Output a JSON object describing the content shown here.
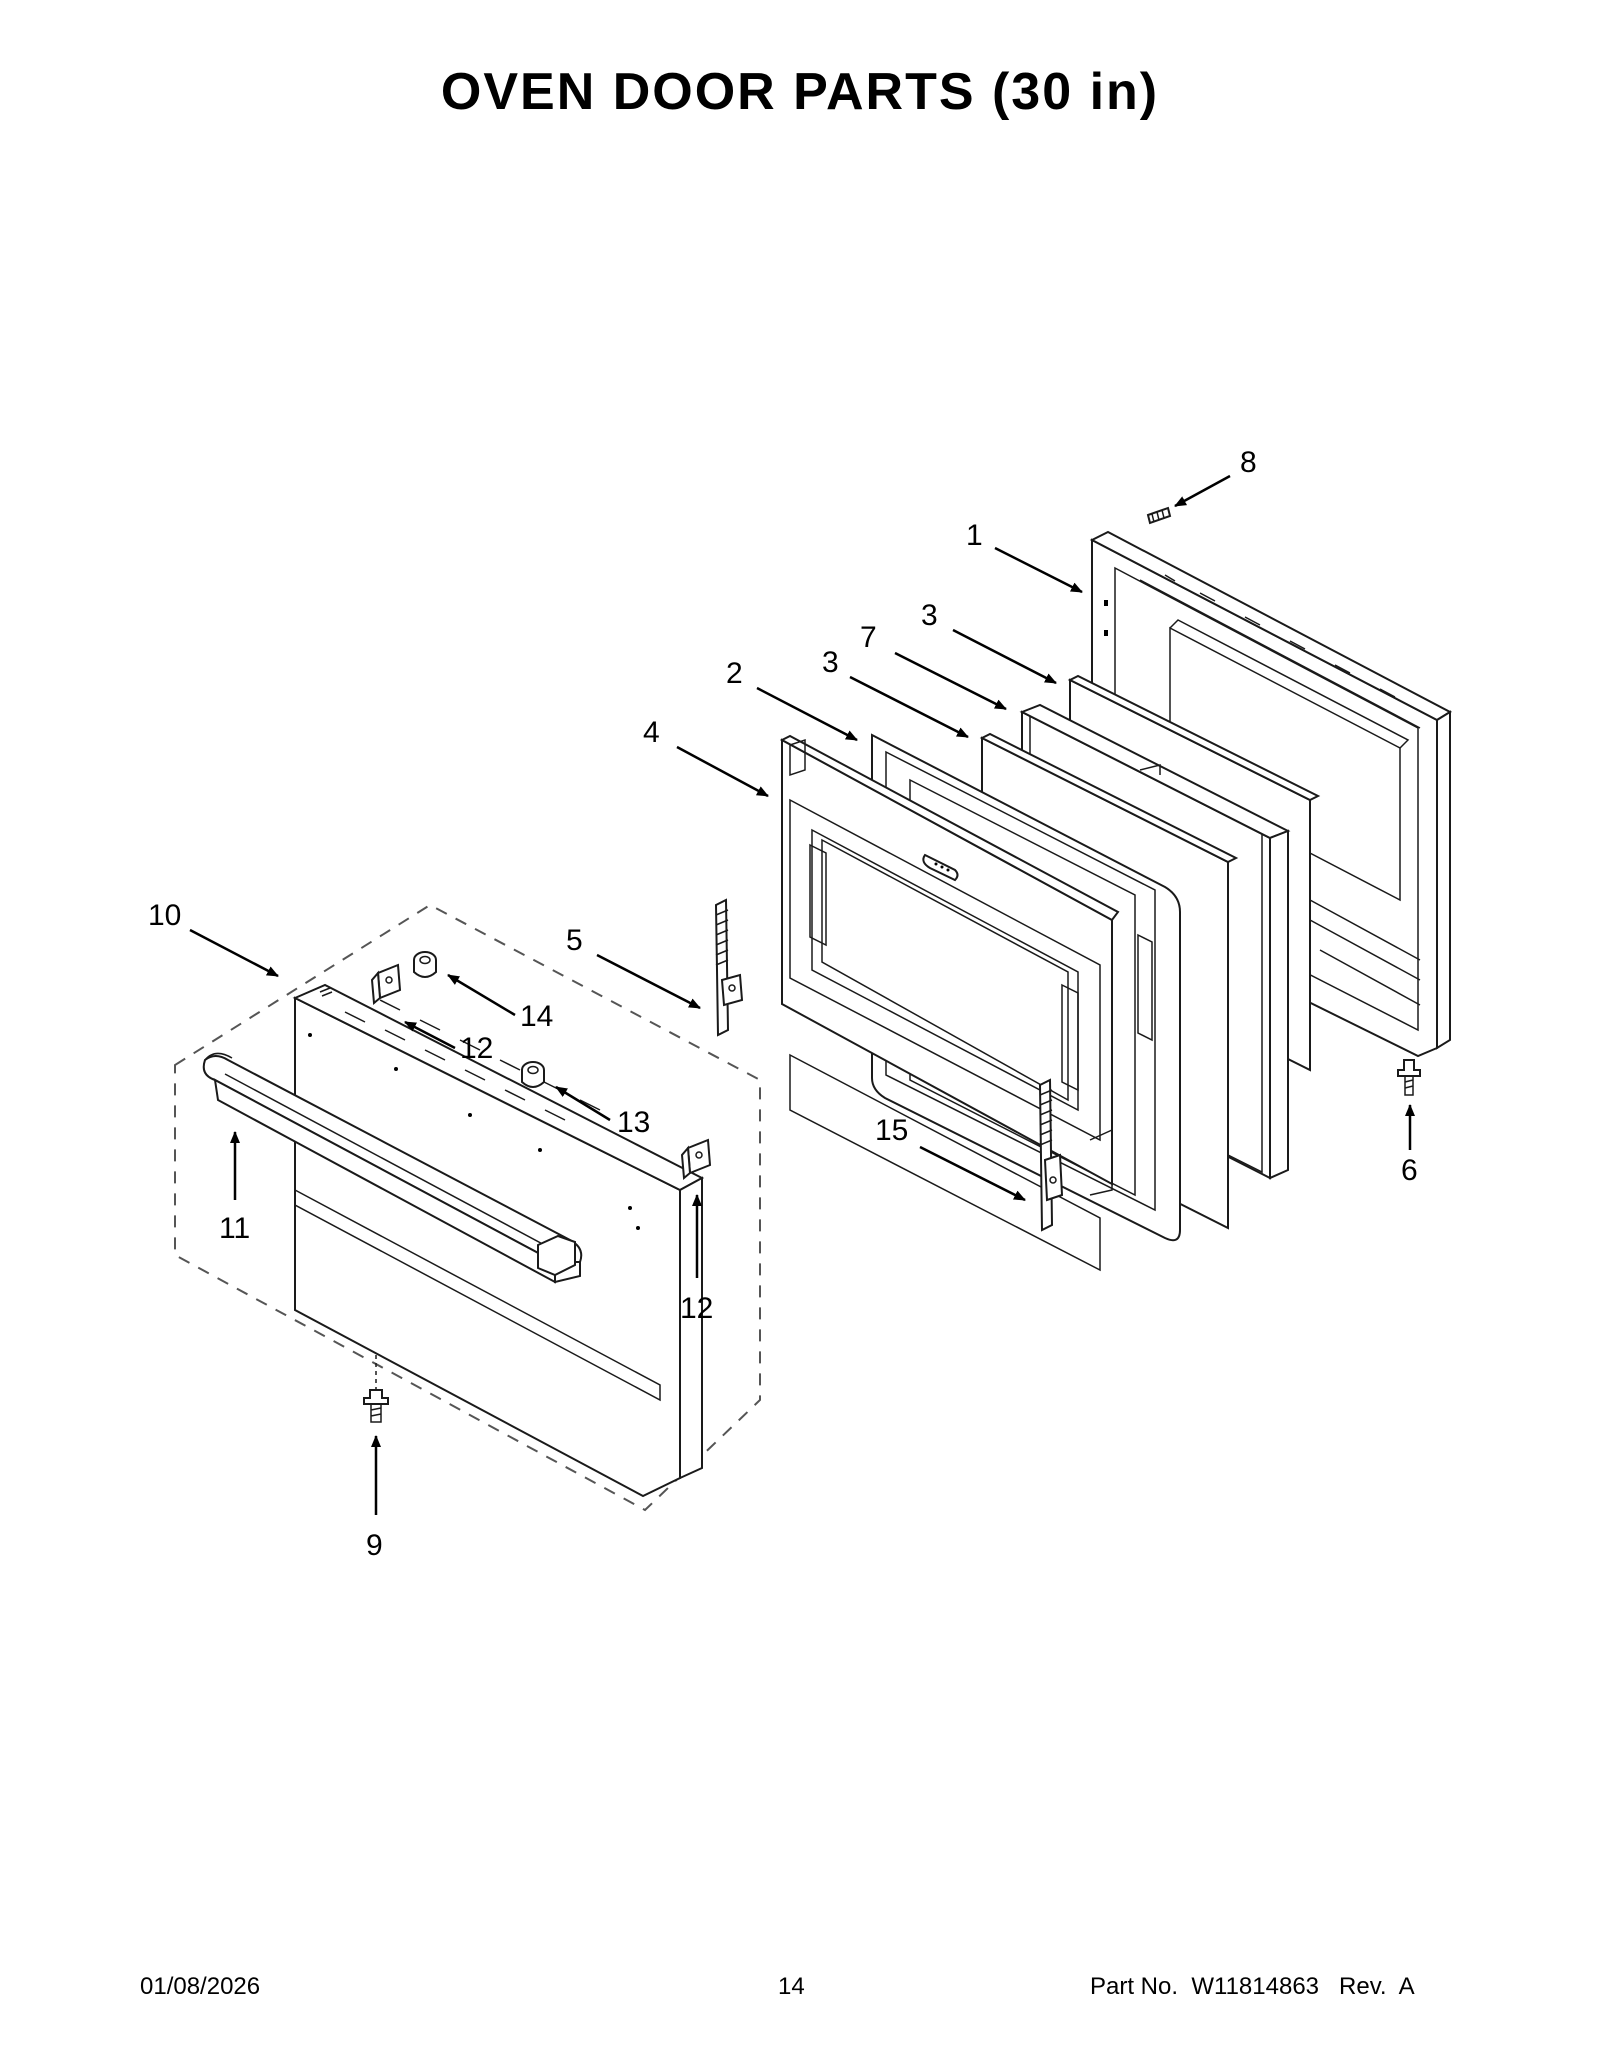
{
  "title": "OVEN DOOR PARTS (30 in)",
  "callouts": [
    "8",
    "1",
    "3",
    "7",
    "3",
    "2",
    "4",
    "10",
    "5",
    "14",
    "12",
    "13",
    "11",
    "15",
    "6",
    "12",
    "9"
  ],
  "footer": {
    "date": "01/08/2026",
    "page": "14",
    "part_no": "Part No.  W11814863   Rev.  A"
  }
}
